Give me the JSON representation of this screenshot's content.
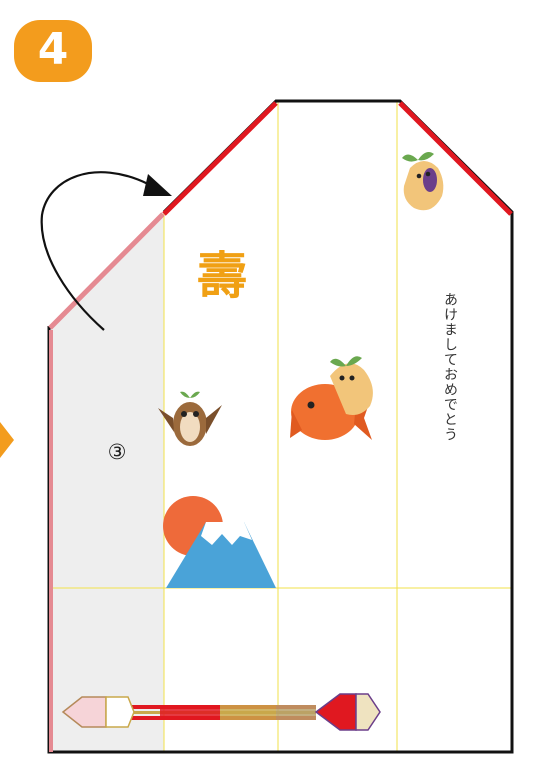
{
  "step": {
    "number": "4",
    "badge_color": "#f39c1d"
  },
  "panel": {
    "number_label": "③"
  },
  "kotobuki": {
    "text": "壽",
    "color": "#f0a014"
  },
  "greeting": {
    "text": "あけましておめでとう"
  },
  "colors": {
    "outline": "#111111",
    "red_trim": "#e01820",
    "pink_trim": "#e58a92",
    "guide_line": "#f2e14a",
    "shaded_panel": "#eeeeee",
    "sun": "#ee6a3a",
    "mountain": "#4aa3d8",
    "arrow_arrow": "#111111"
  },
  "illustrations": [
    {
      "name": "sweet-potato-character-eggplant",
      "description": "mascot holding eggplant"
    },
    {
      "name": "owl-mascot"
    },
    {
      "name": "sea-bream-mascot"
    },
    {
      "name": "mount-fuji-sunrise"
    },
    {
      "name": "hamaya-arrow"
    },
    {
      "name": "fold-arrow"
    }
  ]
}
